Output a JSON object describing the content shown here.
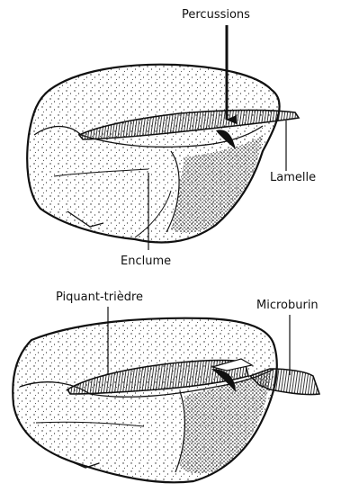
{
  "labels": {
    "percussions": "Percussions",
    "lamelle": "Lamelle",
    "enclume": "Enclume",
    "piquant_triedre": "Piquant-trièdre",
    "microburin": "Microburin"
  },
  "colors": {
    "ink": "#111111",
    "paper": "#ffffff"
  }
}
